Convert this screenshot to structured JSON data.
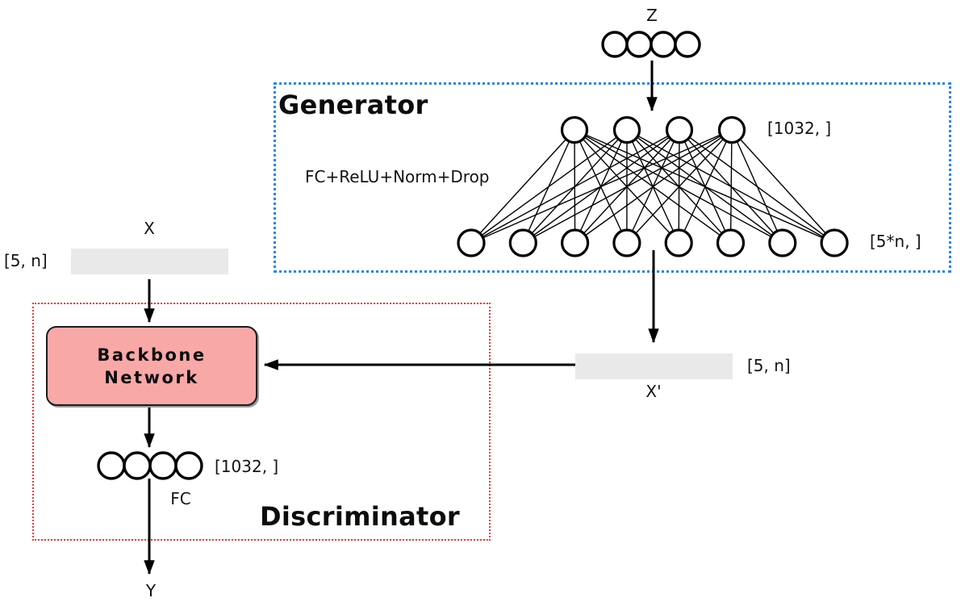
{
  "network": {
    "latent_label": "Z",
    "latent_units": 4,
    "generator": {
      "title": "Generator",
      "layer_label": "FC+ReLU+Norm+Drop",
      "hidden_units": 4,
      "hidden_shape": "[1032, ]",
      "output_units": 8,
      "output_shape": "[5*n, ]"
    },
    "discriminator": {
      "title": "Discriminator",
      "backbone_line1": "Backbone",
      "backbone_line2": "Network",
      "feature_units": 4,
      "feature_shape": "[1032, ]",
      "fc_label": "FC",
      "output_label": "Y"
    },
    "real_input": {
      "label": "X",
      "shape": "[5, n]"
    },
    "generated_output": {
      "label": "X'",
      "shape": "[5, n]"
    }
  },
  "colors": {
    "generator-border": "#2b85dd",
    "discriminator-border": "#e43c3c",
    "backbone-fill": "#f9a8a8",
    "bar-fill": "#e9e9e9",
    "line": "#000000"
  }
}
